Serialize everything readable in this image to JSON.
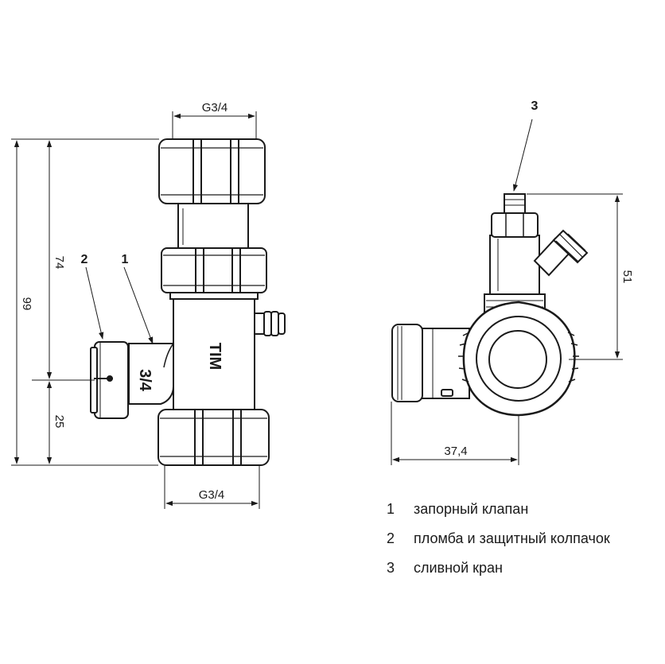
{
  "dimensions": {
    "top_thread": "G3/4",
    "bottom_thread": "G3/4",
    "total_height": "99",
    "upper_height": "74",
    "lower_height": "25",
    "side_height": "51",
    "side_width": "37,4"
  },
  "body_marks": {
    "brand": "TIM",
    "port_size": "3/4"
  },
  "callouts": [
    "1",
    "2",
    "3"
  ],
  "legend": [
    {
      "num": "1",
      "text": "запорный клапан"
    },
    {
      "num": "2",
      "text": "пломба и защитный колпачок"
    },
    {
      "num": "3",
      "text": "сливной кран"
    }
  ]
}
